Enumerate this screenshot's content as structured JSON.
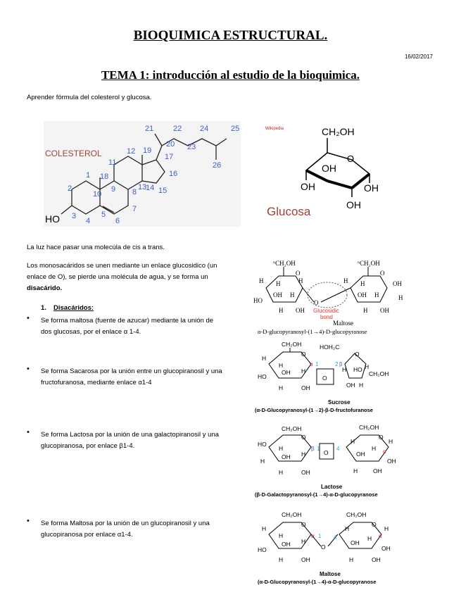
{
  "header": {
    "title": "BIOQUIMICA ESTRUCTURAL.",
    "date": "16/02/2017",
    "subtitle": "TEMA 1: introducción al estudio de la bioquimica."
  },
  "body": {
    "intro": "Aprender fórmula del colesterol y glucosa.",
    "cis_trans": "La luz hace pasar una molecúla de cis a trans.",
    "monosac_1": "Los monosacáridos se unen mediante un enlace glucosidico (un",
    "monosac_2": "enlace de O), se pierde una molécula de agua, y se forma un",
    "monosac_3": "disacárido.",
    "section_num": "1.",
    "section_title": "Disacáridos:",
    "b1_l1": "Se forma maltosa (fuente de azucar) mediante la unión de",
    "b1_l2": "dos glucosas, por el enlace α 1-4.",
    "b2_l1": "Se forma Sacarosa por la unión entre un glucopiranosil y una",
    "b2_l2": "fructofuranosa, mediante enlace α1-4",
    "b3_l1": "Se forma Lactosa por la unión de una galactopiranosil y una",
    "b3_l2": "glucopiranosa, por enlace β1-4.",
    "b4_l1": "Se forma Maltosa por la unión de un glucopiranosil y una",
    "b4_l2": "glucopiranosa por enlace α1-4."
  },
  "figures": {
    "colesterol_label": "COLESTEROL",
    "colesterol_numbers": [
      "1",
      "2",
      "3",
      "4",
      "5",
      "6",
      "7",
      "8",
      "9",
      "10",
      "11",
      "12",
      "13",
      "14",
      "15",
      "16",
      "17",
      "18",
      "19",
      "20",
      "21",
      "22",
      "23",
      "24",
      "25",
      "26"
    ],
    "colesterol_ho": "HO",
    "wiki": "Wikipedia",
    "glucosa_label": "Glucosa",
    "ch2oh": "CH₂OH",
    "oh": "OH",
    "o": "O",
    "h": "H",
    "ho": "HO",
    "glucosidic": "Glucosidic",
    "bond": "bond",
    "maltose_top_name": "Maltose",
    "maltose_top_caption": "α-D-glucopyranosyl-(1→4)-D-glucopyranose",
    "sucrose_name": "Sucrose",
    "sucrose_caption": "(α-D-Glucopyranosyl-(1→2)-β-D-fructofuranose",
    "lactose_name": "Lactose",
    "lactose_caption": "(β-D-Galactopyranosyl-(1→4)-α-D-glucopyranose",
    "maltose_name": "Maltose",
    "maltose_caption": "(α-D-Glucopyranosyl-(1→4)-α-D-glucopyranose",
    "hoh2c": "HOH₂C",
    "alpha": "α",
    "beta": "β",
    "one": "1",
    "two": "2",
    "four": "4",
    "six_ch2oh": "⁶CH₂OH"
  },
  "colors": {
    "red": "#e03030",
    "blue": "#3a5fc8",
    "cyan": "#2aa8d8",
    "brownred": "#a0403a"
  }
}
